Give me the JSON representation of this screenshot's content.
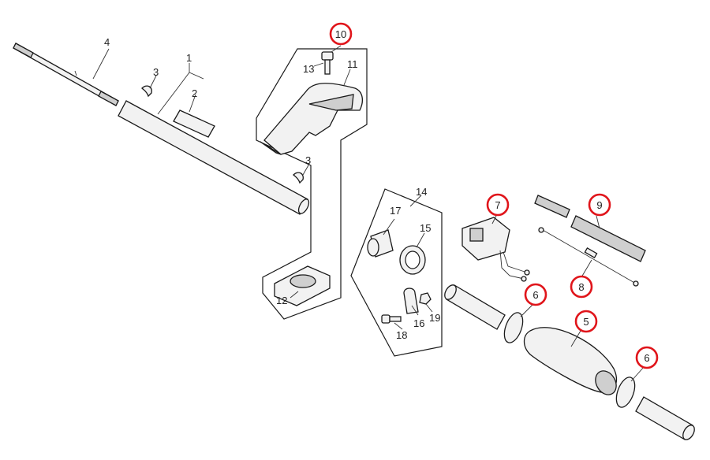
{
  "parts": {
    "p1": "1",
    "p2": "2",
    "p3a": "3",
    "p3b": "3",
    "p4": "4",
    "p5": "5",
    "p6a": "6",
    "p6b": "6",
    "p7": "7",
    "p8": "8",
    "p9": "9",
    "p10": "10",
    "p11": "11",
    "p12": "12",
    "p13": "13",
    "p14": "14",
    "p15": "15",
    "p16": "16",
    "p17": "17",
    "p18": "18",
    "p19": "19"
  },
  "highlight_color": "#e0151b"
}
